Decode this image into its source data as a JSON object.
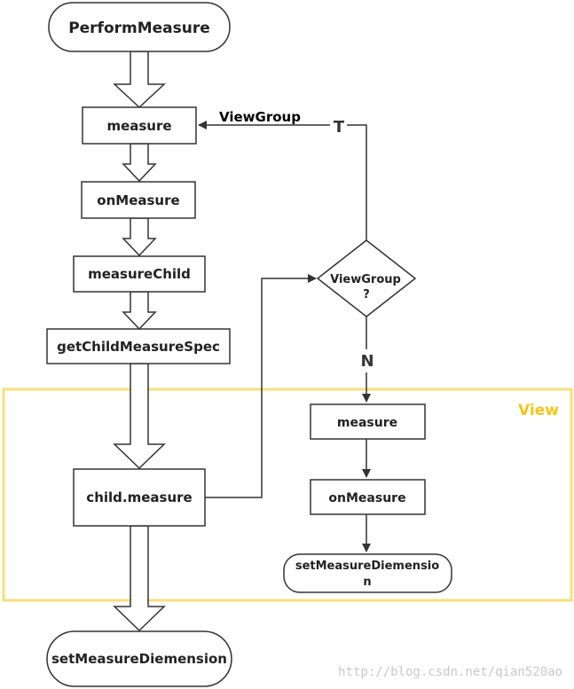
{
  "start_node": {
    "label": "PerformMeasure"
  },
  "main_flow": [
    {
      "label": "measure"
    },
    {
      "label": "onMeasure"
    },
    {
      "label": "measureChild"
    },
    {
      "label": "getChildMeasureSpec"
    },
    {
      "label": "child.measure"
    }
  ],
  "end_node": {
    "label": "setMeasureDiemension"
  },
  "decision": {
    "line1": "ViewGroup",
    "line2": "?"
  },
  "branch_true": {
    "label": "T",
    "target_label": "ViewGroup"
  },
  "branch_false": {
    "label": "N"
  },
  "view_region": {
    "title": "View",
    "border_color": "#f7e07a",
    "title_color": "#f5c518"
  },
  "view_flow": [
    {
      "label": "measure"
    },
    {
      "label": "onMeasure"
    }
  ],
  "view_end": {
    "line1": "setMeasureDiemensio",
    "line2": "n"
  },
  "watermark": "http://blog.csdn.net/qian520ao"
}
